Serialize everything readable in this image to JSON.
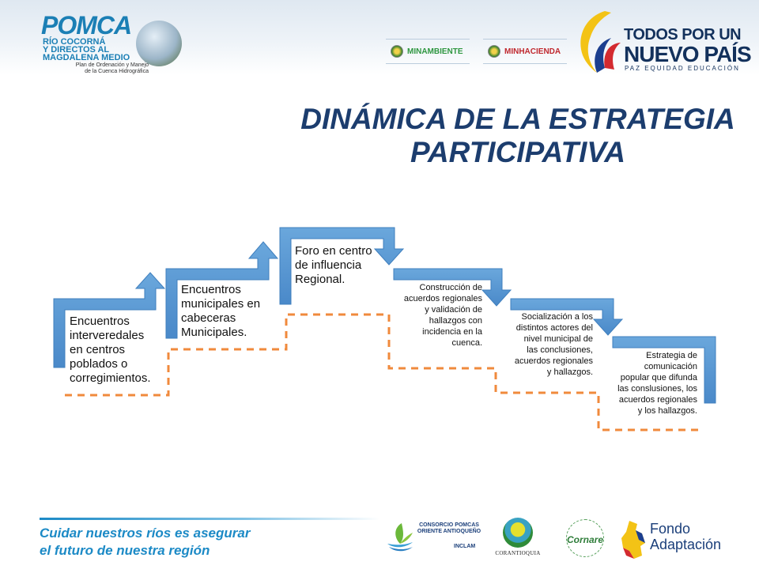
{
  "header": {
    "pomca": {
      "word": "POMCA",
      "lines": [
        "RÍO COCORNÁ",
        "Y DIRECTOS AL",
        "MAGDALENA MEDIO"
      ],
      "sub": [
        "Plan de Ordenación y Manejo",
        "de la Cuenca Hidrográfica"
      ]
    },
    "ministries": [
      "MINAMBIENTE",
      "MINHACIENDA"
    ],
    "government": {
      "line1": "TODOS POR UN",
      "line2": "NUEVO PAÍS",
      "sub": "PAZ EQUIDAD EDUCACIÓN"
    }
  },
  "title": [
    "DINÁMICA DE LA ESTRATEGIA",
    "PARTICIPATIVA"
  ],
  "steps": [
    {
      "lines": [
        "Encuentros",
        "intervereda­les",
        "en centros",
        "poblados o",
        "corregimientos."
      ]
    },
    {
      "lines": [
        "Encuentros",
        "municipales en",
        "cabeceras",
        "Municipales."
      ]
    },
    {
      "lines": [
        "Foro en centro",
        "de influencia",
        "Regional."
      ]
    },
    {
      "lines": [
        "Construcción de",
        "acuerdos regionales",
        "y validación de",
        "hallazgos con",
        "incidencia en la",
        "cuenca."
      ]
    },
    {
      "lines": [
        "Socialización a los",
        "distintos actores del",
        "nivel municipal de",
        "las conclusiones,",
        "acuerdos regionales",
        "y hallazgos."
      ]
    },
    {
      "lines": [
        "Estrategia de",
        "comunicación",
        "popular que difunda",
        "las conslusiones, los",
        "acuerdos regionales",
        "y los hallazgos."
      ]
    }
  ],
  "footer": {
    "slogan": [
      "Cuidar nuestros ríos es asegurar",
      "el futuro de nuestra región"
    ],
    "consorcio": [
      "CONSORCIO POMCAS",
      "ORIENTE ANTIOQUEÑO"
    ],
    "consorcio_partner": "INCLAM",
    "corantioquia": "CORANTIOQUIA",
    "cornare": "Cornare",
    "fondo": [
      "Fondo",
      "Adaptación"
    ]
  },
  "colors": {
    "arrow_blue": "#5b9bd5",
    "dashed_orange": "#f08a3c",
    "title_navy": "#1c3d6e",
    "slogan_blue": "#1c8ac6"
  }
}
